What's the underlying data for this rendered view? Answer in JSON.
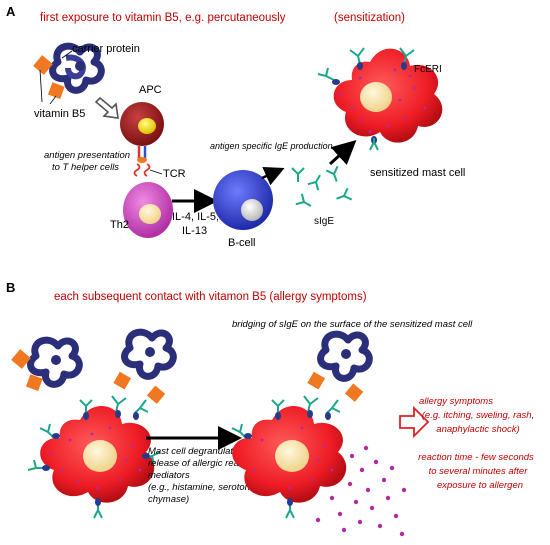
{
  "panelA": {
    "letter": "A",
    "title": "first exposure to vitamin B5, e.g. percutaneously",
    "title_note": "(sensitization)",
    "carrier_label": "carrier protein",
    "vitamin_label": "vitamin B5",
    "apc_label": "APC",
    "presentation_label_1": "antigen presentation",
    "presentation_label_2": "to T helper cells",
    "tcr_label": "TCR",
    "th2_label": "Th2",
    "cytokines_1": "IL-4, IL-5,",
    "cytokines_2": "IL-13",
    "bcell_label": "B-cell",
    "ige_production_label": "antigen specific IgE production",
    "sige_label": "sIgE",
    "fceri_label": "FcERI",
    "sensitized_label": "sensitized mast cell"
  },
  "panelB": {
    "letter": "B",
    "title": "each subsequent contact with vitamon B5 (allergy symptoms)",
    "bridging_label": "bridging of sIgE on the surface of the sensitized mast cell",
    "degranulation_1": "Mast cell degranulation -",
    "degranulation_2": "release of allergic reaction",
    "degranulation_3": "mediators",
    "degranulation_4": "(e.g., histamine, serotonin,",
    "degranulation_5": "chymase)",
    "symptoms_1": "allergy symptoms",
    "symptoms_2": "(e.g. itching, sweling, rash,",
    "symptoms_3": "anaphylactic shock)",
    "reaction_1": "reaction time - few seconds",
    "reaction_2": "to several minutes after",
    "reaction_3": "exposure to allergen"
  },
  "colors": {
    "title_red": "#c00000",
    "mast_cell": "#ee1c25",
    "nucleus": "#fbe3a0",
    "apc": "#a81e1e",
    "th2": "#d94fc8",
    "bcell": "#3848d8",
    "protein": "#2b2f7a",
    "hapten": "#f07820",
    "antibody": "#1aa889",
    "receptor": "#283a8c",
    "granule": "#b02aa8"
  }
}
